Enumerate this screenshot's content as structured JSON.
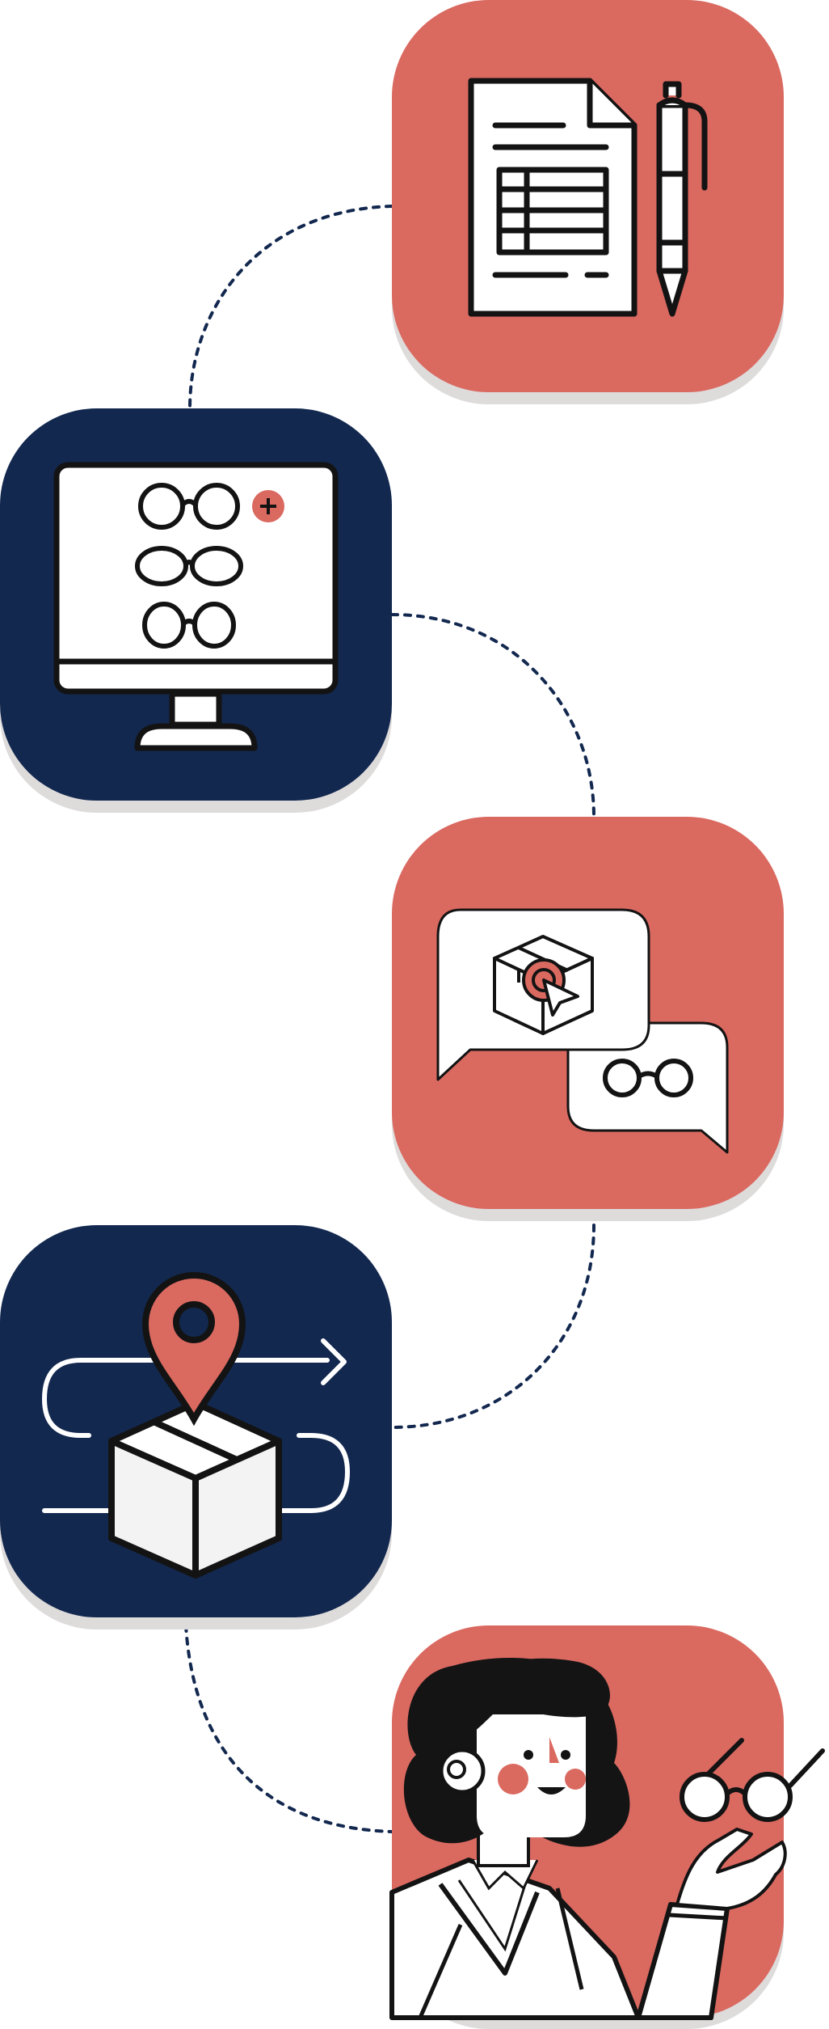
{
  "colors": {
    "coral": "#DA6960",
    "navy": "#13284F",
    "shadow": "#DEDBDB",
    "ink": "#131313",
    "paper": "#FFFFFF",
    "light_gray": "#EFEFEF",
    "hair_black": "#141414"
  },
  "steps": [
    {
      "id": "step-1",
      "tile_color": "coral",
      "icon": "document-pencil-icon"
    },
    {
      "id": "step-2",
      "tile_color": "navy",
      "icon": "monitor-glasses-icon"
    },
    {
      "id": "step-3",
      "tile_color": "coral",
      "icon": "chat-bubbles-icon"
    },
    {
      "id": "step-4",
      "tile_color": "navy",
      "icon": "delivery-box-route-icon"
    },
    {
      "id": "step-5",
      "tile_color": "coral",
      "icon": "woman-glasses-illustration"
    }
  ],
  "connector": {
    "style": "dotted",
    "color": "navy"
  }
}
